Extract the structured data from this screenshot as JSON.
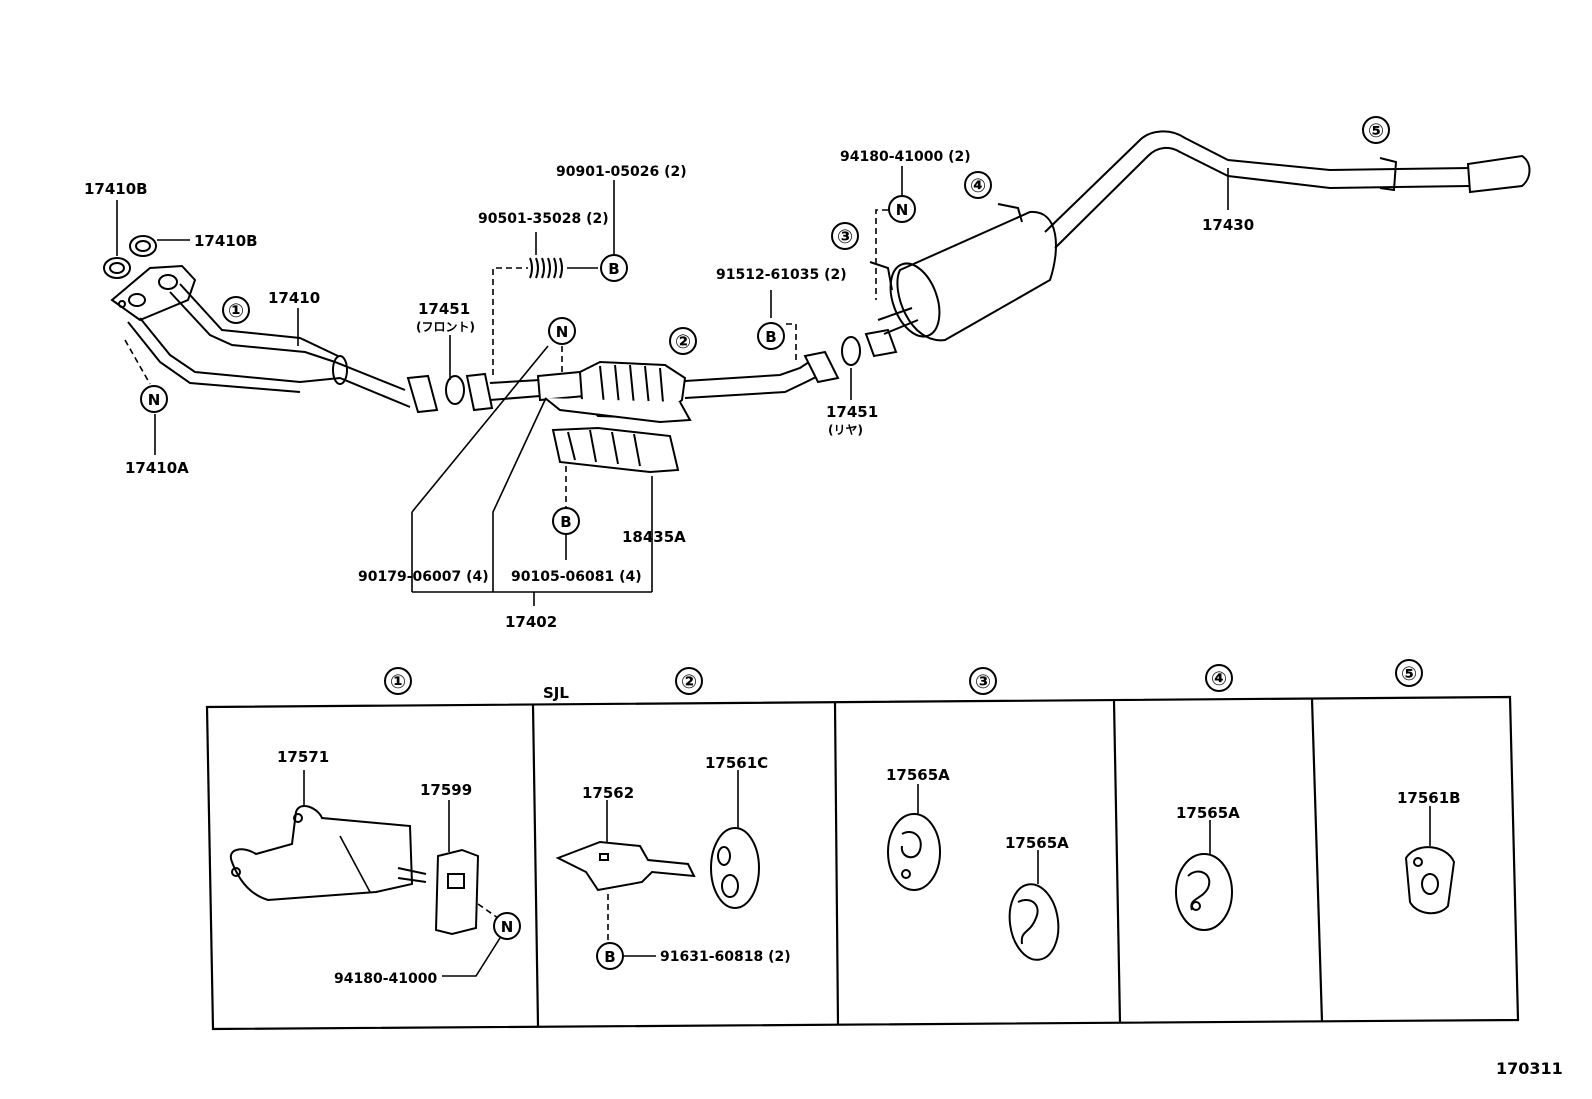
{
  "parts": {
    "p17410B_a": "17410B",
    "p17410B_b": "17410B",
    "p17410": "17410",
    "p17410A": "17410A",
    "p17451_front": "17451",
    "front": "(フロント)",
    "p90901": "90901-05026 (2)",
    "p90501": "90501-35028 (2)",
    "p91512": "91512-61035 (2)",
    "p94180_top": "94180-41000 (2)",
    "p17451_rear": "17451",
    "rear": "(リヤ)",
    "p17430": "17430",
    "p18435A": "18435A",
    "p90179": "90179-06007 (4)",
    "p90105": "90105-06081 (4)",
    "p17402": "17402",
    "p17571": "17571",
    "p17599": "17599",
    "p94180_bottom": "94180-41000",
    "p17562": "17562",
    "p17561C": "17561C",
    "p91631": "91631-60818 (2)",
    "p17565A_a": "17565A",
    "p17565A_b": "17565A",
    "p17565A_c": "17565A",
    "p17561B": "17561B"
  },
  "refs": {
    "b": "B",
    "n": "N"
  },
  "callouts": [
    "①",
    "②",
    "③",
    "④",
    "⑤"
  ],
  "section_label": "SJL",
  "figure_id": "170311"
}
